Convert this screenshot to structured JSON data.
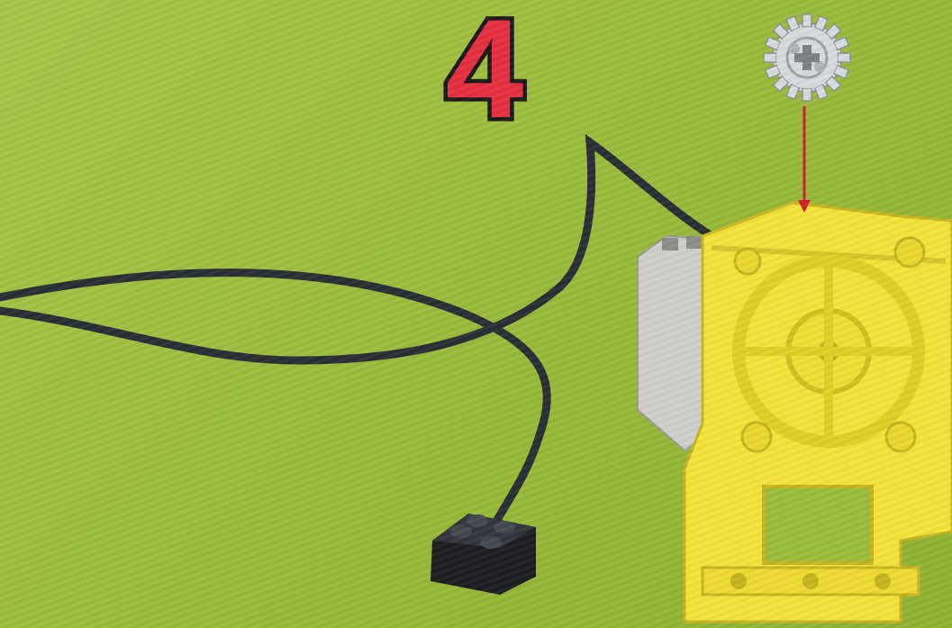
{
  "instruction_step": {
    "step_number": "4",
    "assembly_action": "attach-gear-to-motor-axle",
    "colors": {
      "background": "#9cbd3c",
      "step_number_fill": "#e63040",
      "step_number_outline": "#1a1a1a",
      "motor_housing": "#f5e43a",
      "cable": "#2a2e35",
      "gear": "#d9dcdf",
      "arrow": "#d0202a"
    },
    "parts": {
      "motor_icon": "yellow-technic-motor",
      "gear_icon": "light-gray-gear-16-tooth",
      "cable_icon": "black-electric-cable",
      "connector_icon": "black-2x2-brick-connector",
      "arrow_icon": "red-insertion-arrow"
    }
  }
}
